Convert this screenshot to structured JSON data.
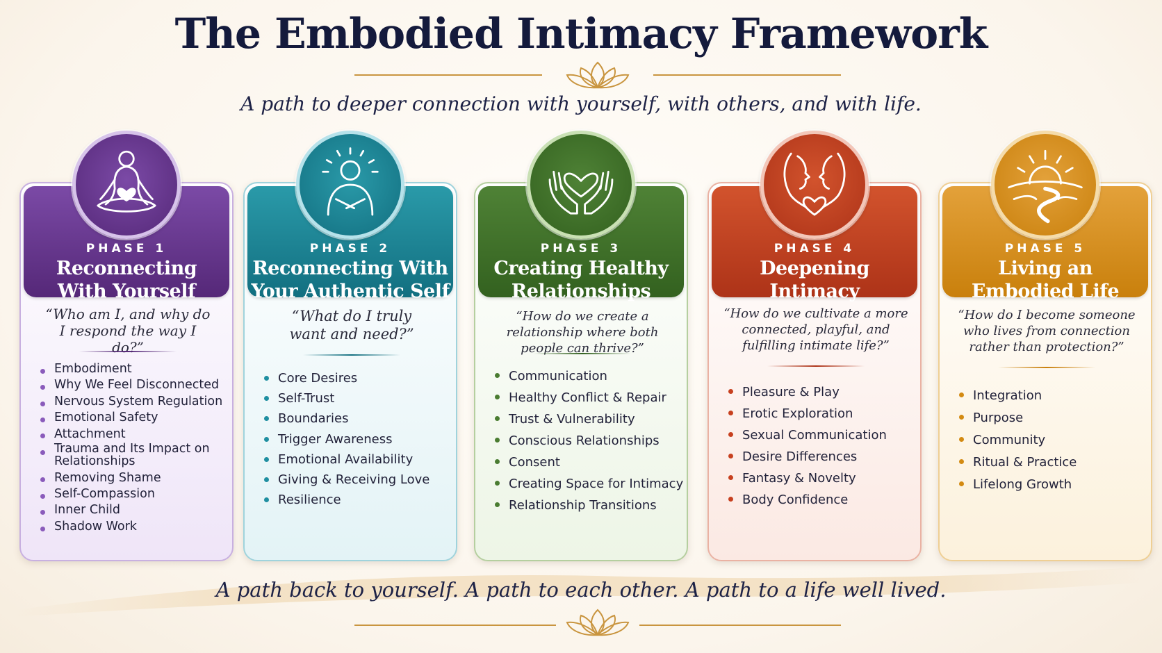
{
  "header": {
    "title": "The Embodied Intimacy Framework",
    "subtitle": "A path to deeper connection with yourself, with others, and with life."
  },
  "footer": {
    "tagline": "A path back to yourself. A path to each other. A path to a life well lived."
  },
  "colors": {
    "phase1": "#5e2e86",
    "phase2": "#157c8e",
    "phase3": "#3f6f2a",
    "phase4": "#c0401f",
    "phase5": "#d0860d",
    "ornament": "#c9953f"
  },
  "phases": [
    {
      "label": "PHASE 1",
      "title_line1": "Reconnecting",
      "title_line2": "With Yourself",
      "icon": "meditation-heart-icon",
      "question": "“Who am I, and why do I respond the way I do?”",
      "topics": [
        "Embodiment",
        "Why We Feel Disconnected",
        "Nervous System Regulation",
        "Emotional Safety",
        "Attachment",
        "Trauma and Its Impact on Relationships",
        "Removing Shame",
        "Self-Compassion",
        "Inner Child",
        "Shadow Work"
      ]
    },
    {
      "label": "PHASE 2",
      "title_line1": "Reconnecting With",
      "title_line2": "Your Authentic Self",
      "icon": "radiant-self-embrace-icon",
      "question": "“What do I truly want and need?”",
      "topics": [
        "Core Desires",
        "Self-Trust",
        "Boundaries",
        "Trigger Awareness",
        "Emotional Availability",
        "Giving & Receiving Love",
        "Resilience"
      ]
    },
    {
      "label": "PHASE 3",
      "title_line1": "Creating Healthy",
      "title_line2": "Relationships",
      "icon": "hands-holding-heart-icon",
      "question": "“How do we create a relationship where both people can thrive?”",
      "topics": [
        "Communication",
        "Healthy Conflict & Repair",
        "Trust & Vulnerability",
        "Conscious Relationships",
        "Consent",
        "Creating Space for Intimacy",
        "Relationship Transitions"
      ]
    },
    {
      "label": "PHASE 4",
      "title_line1": "Deepening",
      "title_line2": "Intimacy",
      "icon": "couple-faces-heart-icon",
      "question": "“How do we cultivate a more connected, playful, and fulfilling intimate life?”",
      "topics": [
        "Pleasure & Play",
        "Erotic Exploration",
        "Sexual Communication",
        "Desire Differences",
        "Fantasy & Novelty",
        "Body Confidence"
      ]
    },
    {
      "label": "PHASE 5",
      "title_line1": "Living an",
      "title_line2": "Embodied Life",
      "icon": "sunrise-path-icon",
      "question": "“How do I become someone who lives from connection rather than protection?”",
      "topics": [
        "Integration",
        "Purpose",
        "Community",
        "Ritual & Practice",
        "Lifelong Growth"
      ]
    }
  ]
}
